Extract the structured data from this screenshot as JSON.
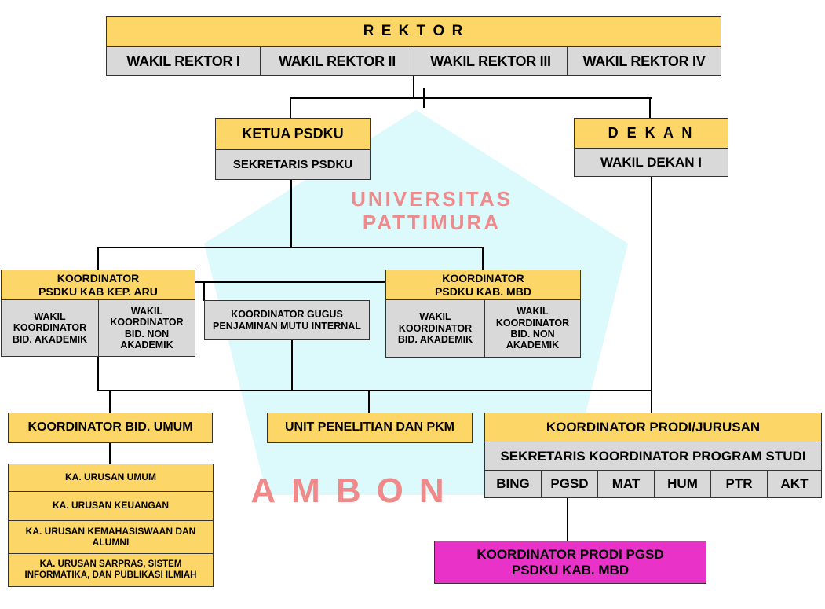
{
  "watermark": {
    "top_text": "UNIVERSITAS PATTIMURA",
    "bottom_text": "AMBON"
  },
  "rektor": {
    "title": "R E K T O R",
    "wakil": [
      "WAKIL REKTOR I",
      "WAKIL REKTOR II",
      "WAKIL REKTOR III",
      "WAKIL REKTOR IV"
    ]
  },
  "ketua_psdku": {
    "title": "KETUA PSDKU",
    "sekretaris": "SEKRETARIS PSDKU"
  },
  "dekan": {
    "title": "D E K A N",
    "wakil": "WAKIL DEKAN I"
  },
  "koord_aru": {
    "title_1": "KOORDINATOR",
    "title_2": "PSDKU KAB KEP. ARU",
    "wakil_akademik": "WAKIL KOORDINATOR BID. AKADEMIK",
    "wakil_non_akademik": "WAKIL KOORDINATOR BID. NON AKADEMIK"
  },
  "koord_mbd": {
    "title_1": "KOORDINATOR",
    "title_2": "PSDKU KAB. MBD",
    "wakil_akademik": "WAKIL KOORDINATOR BID. AKADEMIK",
    "wakil_non_akademik": "WAKIL KOORDINATOR BID.  NON AKADEMIK"
  },
  "gugus": "KOORDINATOR GUGUS PENJAMINAN MUTU INTERNAL",
  "bid_umum": {
    "title": "KOORDINATOR BID. UMUM",
    "urusan": [
      "KA. URUSAN UMUM",
      "KA. URUSAN KEUANGAN",
      "KA. URUSAN KEMAHASISWAAN DAN ALUMNI",
      "KA. URUSAN SARPRAS, SISTEM INFORMATIKA, DAN PUBLIKASI ILMIAH"
    ]
  },
  "unit_penelitian": "UNIT PENELITIAN DAN PKM",
  "prodi": {
    "title": "KOORDINATOR PRODI/JURUSAN",
    "sekretaris": "SEKRETARIS KOORDINATOR PROGRAM STUDI",
    "codes": [
      "BING",
      "PGSD",
      "MAT",
      "HUM",
      "PTR",
      "AKT"
    ]
  },
  "prodi_pgsd": {
    "line_1": "KOORDINATOR PRODI PGSD",
    "line_2": "PSDKU KAB. MBD"
  }
}
